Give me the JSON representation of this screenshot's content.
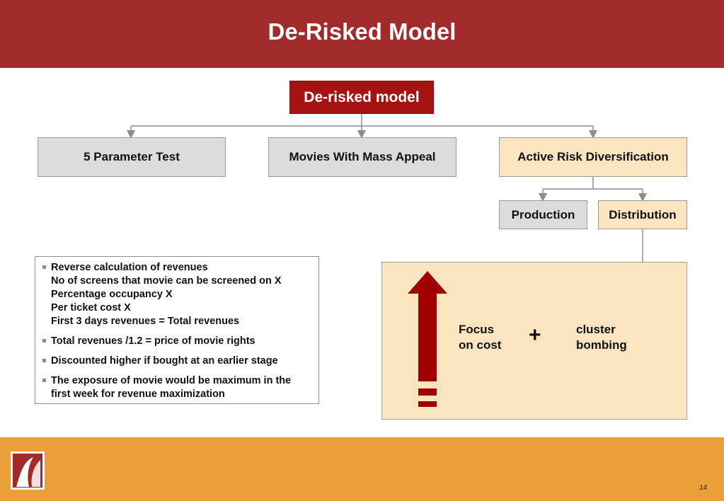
{
  "header": {
    "title": "De-Risked Model"
  },
  "diagram": {
    "root": "De-risked model",
    "level1": [
      "5 Parameter Test",
      "Movies With Mass Appeal",
      "Active Risk Diversification"
    ],
    "level2": [
      "Production",
      "Distribution"
    ]
  },
  "notes": {
    "items": [
      [
        "Reverse calculation of revenues",
        "No of screens that movie can be screened on  X",
        "Percentage occupancy X",
        "Per ticket cost X",
        "First 3 days revenues = Total revenues"
      ],
      [
        "Total revenues /1.2 = price of movie rights"
      ],
      [
        "Discounted higher if bought at an earlier stage"
      ],
      [
        "The exposure of movie would be maximum in the",
        "first week for revenue maximization"
      ]
    ]
  },
  "panel": {
    "left_line1": "Focus",
    "left_line2": "on cost",
    "operator": "+",
    "right_line1": "cluster",
    "right_line2": "bombing"
  },
  "footer": {
    "page_number": "14"
  },
  "colors": {
    "header": "#a12a2b",
    "footer": "#eb9f39",
    "root": "#a51212",
    "cream": "#fbe5c1",
    "grey": "#dcdcdc",
    "arrow": "#a00000"
  },
  "icons": {
    "logo": "company-logo-icon",
    "arrow": "up-arrow-icon"
  }
}
